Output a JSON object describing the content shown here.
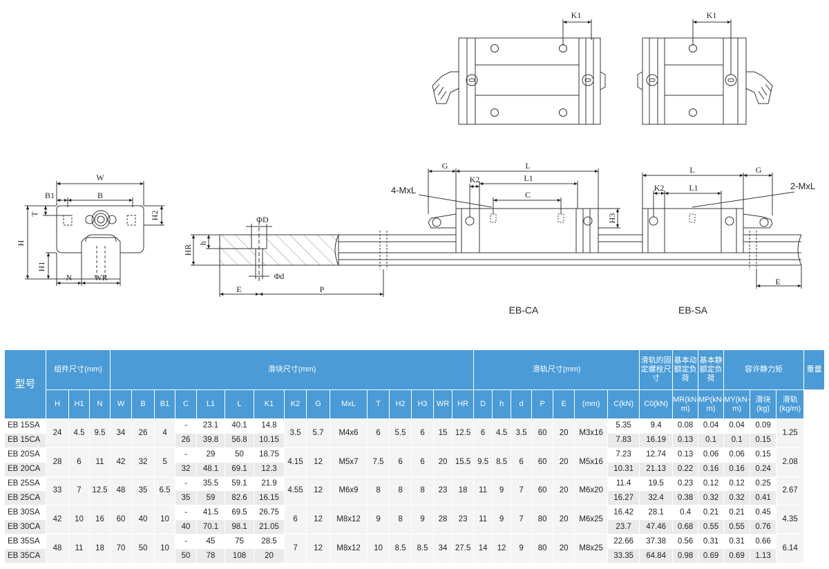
{
  "drawing": {
    "dim_labels": {
      "W": "W",
      "B": "B",
      "B1": "B1",
      "T": "T",
      "H": "H",
      "H1": "H1",
      "H2": "H2",
      "N": "N",
      "WR": "WR",
      "HR": "HR",
      "h": "h",
      "phiD": "ΦD",
      "phid": "Φd",
      "E": "E",
      "P": "P",
      "K1": "K1",
      "K2": "K2",
      "G": "G",
      "L": "L",
      "L1": "L1",
      "C": "C",
      "H3": "H3",
      "mxl_ca": "4-MxL",
      "mxl_sa": "2-MxL"
    },
    "captions": {
      "ca": "EB-CA",
      "sa": "EB-SA"
    }
  },
  "table": {
    "model_header": "型号",
    "groups": {
      "assembly": "组件尺寸(mm)",
      "block": "滑块尺寸(mm)",
      "rail": "滑轨尺寸(mm)",
      "bolt": "滑轨的固定螺栓尺寸",
      "dyn": "基本动额定负荷",
      "stat": "基本静额定负荷",
      "moment": "容许静力矩",
      "weight": "重量"
    },
    "sub": {
      "H": "H",
      "H1": "H1",
      "N": "N",
      "W": "W",
      "B": "B",
      "B1": "B1",
      "C": "C",
      "L1": "L1",
      "L": "L",
      "K1": "K1",
      "K2": "K2",
      "G": "G",
      "MxL": "MxL",
      "T": "T",
      "H2": "H2",
      "H3": "H3",
      "WR": "WR",
      "HR": "HR",
      "D": "D",
      "h": "h",
      "d": "d",
      "P": "P",
      "E": "E",
      "bolt": "(mm)",
      "dyn": "C(kN)",
      "stat": "C0(kN)",
      "MR": "MR(kN-m)",
      "MP": "MP(kN-m)",
      "MY": "MY(kN-m)",
      "wb": "滑块(kg)",
      "wr": "滑轨(kg/m)"
    },
    "groups_data": [
      {
        "H": "24",
        "H1": "4.5",
        "N": "9.5",
        "W": "34",
        "B": "26",
        "B1": "4",
        "K2": "3.5",
        "G": "5.7",
        "MxL": "M4x6",
        "T": "6",
        "H2": "5.5",
        "H3": "6",
        "WR": "15",
        "HR": "12.5",
        "D": "6",
        "h": "4.5",
        "d": "3.5",
        "P": "60",
        "E": "20",
        "bolt": "M3x16",
        "wr": "1.25",
        "rows": [
          {
            "model": "EB 15SA",
            "C": "-",
            "L1": "23.1",
            "L": "40.1",
            "K1": "14.8",
            "dyn": "5.35",
            "stat": "9.4",
            "MR": "0.08",
            "MP": "0.04",
            "MY": "0.04",
            "wb": "0.09"
          },
          {
            "model": "EB 15CA",
            "C": "26",
            "L1": "39.8",
            "L": "56.8",
            "K1": "10.15",
            "dyn": "7.83",
            "stat": "16.19",
            "MR": "0.13",
            "MP": "0.1",
            "MY": "0.1",
            "wb": "0.15"
          }
        ]
      },
      {
        "H": "28",
        "H1": "6",
        "N": "11",
        "W": "42",
        "B": "32",
        "B1": "5",
        "K2": "4.15",
        "G": "12",
        "MxL": "M5x7",
        "T": "7.5",
        "H2": "6",
        "H3": "6",
        "WR": "20",
        "HR": "15.5",
        "D": "9.5",
        "h": "8.5",
        "d": "6",
        "P": "60",
        "E": "20",
        "bolt": "M5x16",
        "wr": "2.08",
        "rows": [
          {
            "model": "EB 20SA",
            "C": "-",
            "L1": "29",
            "L": "50",
            "K1": "18.75",
            "dyn": "7.23",
            "stat": "12.74",
            "MR": "0.13",
            "MP": "0.06",
            "MY": "0.06",
            "wb": "0.15"
          },
          {
            "model": "EB 20CA",
            "C": "32",
            "L1": "48.1",
            "L": "69.1",
            "K1": "12.3",
            "dyn": "10.31",
            "stat": "21.13",
            "MR": "0.22",
            "MP": "0.16",
            "MY": "0.16",
            "wb": "0.24"
          }
        ]
      },
      {
        "H": "33",
        "H1": "7",
        "N": "12.5",
        "W": "48",
        "B": "35",
        "B1": "6.5",
        "K2": "4.55",
        "G": "12",
        "MxL": "M6x9",
        "T": "8",
        "H2": "8",
        "H3": "8",
        "WR": "23",
        "HR": "18",
        "D": "11",
        "h": "9",
        "d": "7",
        "P": "60",
        "E": "20",
        "bolt": "M6x20",
        "wr": "2.67",
        "rows": [
          {
            "model": "EB 25SA",
            "C": "-",
            "L1": "35.5",
            "L": "59.1",
            "K1": "21.9",
            "dyn": "11.4",
            "stat": "19.5",
            "MR": "0.23",
            "MP": "0.12",
            "MY": "0.12",
            "wb": "0.25"
          },
          {
            "model": "EB 25CA",
            "C": "35",
            "L1": "59",
            "L": "82.6",
            "K1": "16.15",
            "dyn": "16.27",
            "stat": "32.4",
            "MR": "0.38",
            "MP": "0.32",
            "MY": "0.32",
            "wb": "0.41"
          }
        ]
      },
      {
        "H": "42",
        "H1": "10",
        "N": "16",
        "W": "60",
        "B": "40",
        "B1": "10",
        "K2": "6",
        "G": "12",
        "MxL": "M8x12",
        "T": "9",
        "H2": "8",
        "H3": "9",
        "WR": "28",
        "HR": "23",
        "D": "11",
        "h": "9",
        "d": "7",
        "P": "80",
        "E": "20",
        "bolt": "M6x25",
        "wr": "4.35",
        "rows": [
          {
            "model": "EB 30SA",
            "C": "-",
            "L1": "41.5",
            "L": "69.5",
            "K1": "26.75",
            "dyn": "16.42",
            "stat": "28.1",
            "MR": "0.4",
            "MP": "0.21",
            "MY": "0.21",
            "wb": "0.45"
          },
          {
            "model": "EB 30CA",
            "C": "40",
            "L1": "70.1",
            "L": "98.1",
            "K1": "21.05",
            "dyn": "23.7",
            "stat": "47.46",
            "MR": "0.68",
            "MP": "0.55",
            "MY": "0.55",
            "wb": "0.76"
          }
        ]
      },
      {
        "H": "48",
        "H1": "11",
        "N": "18",
        "W": "70",
        "B": "50",
        "B1": "10",
        "K2": "7",
        "G": "12",
        "MxL": "M8x12",
        "T": "10",
        "H2": "8.5",
        "H3": "8.5",
        "WR": "34",
        "HR": "27.5",
        "D": "14",
        "h": "12",
        "d": "9",
        "P": "80",
        "E": "20",
        "bolt": "M8x25",
        "wr": "6.14",
        "rows": [
          {
            "model": "EB 35SA",
            "C": "-",
            "L1": "45",
            "L": "75",
            "K1": "28.5",
            "dyn": "22.66",
            "stat": "37.38",
            "MR": "0.56",
            "MP": "0.31",
            "MY": "0.31",
            "wb": "0.66"
          },
          {
            "model": "EB 35CA",
            "C": "50",
            "L1": "78",
            "L": "108",
            "K1": "20",
            "dyn": "33.35",
            "stat": "64.84",
            "MR": "0.98",
            "MP": "0.69",
            "MY": "0.69",
            "wb": "1.13"
          }
        ]
      }
    ]
  }
}
